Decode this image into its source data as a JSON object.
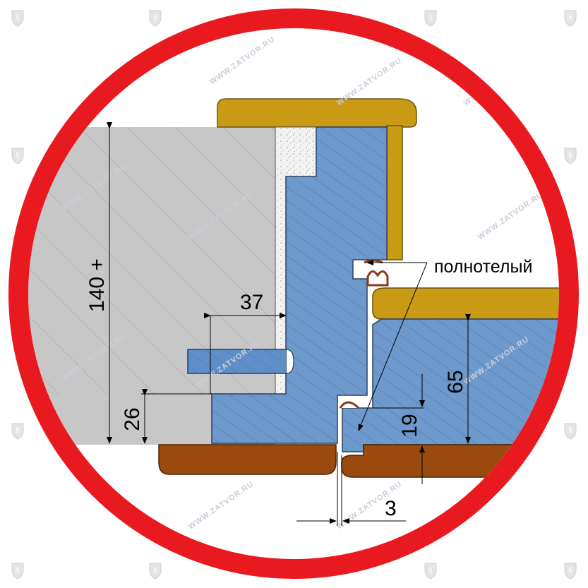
{
  "diagram": {
    "labels": {
      "seal": "полнотелый",
      "wall_depth": "140 +",
      "anchor_offset": "37",
      "frame_lip": "26",
      "door_thickness": "65",
      "rebate_depth": "19",
      "gap": "3"
    },
    "watermark": "WWW.ZATVOR.RU",
    "colors": {
      "ring": "#e8191f",
      "wall": "#c7c7c7",
      "frame": "#6e99cc",
      "trim_top": "#c99a14",
      "trim_bottom": "#9a4a0c",
      "foam": "#f2f2f2",
      "seal": "#8a3a1a",
      "anchor": "#5f8fc8"
    }
  }
}
